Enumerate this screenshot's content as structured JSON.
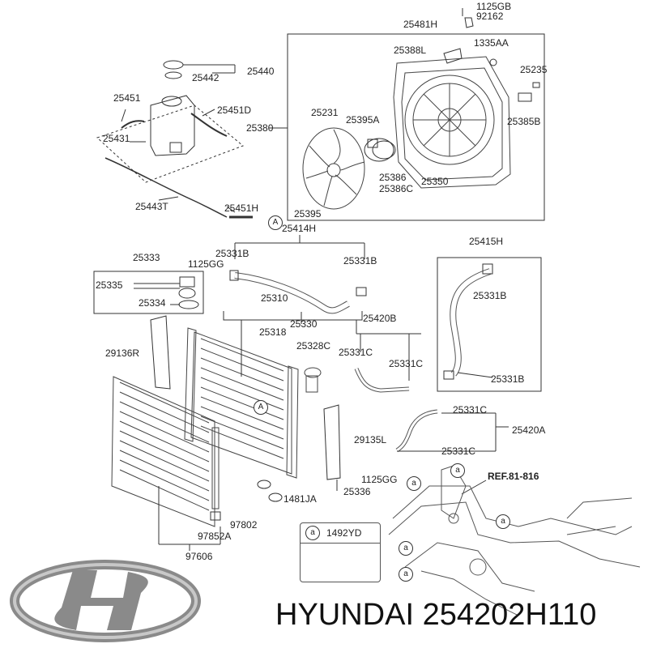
{
  "labels": {
    "p1125GB": "1125GB",
    "p92162": "92162",
    "p25481H": "25481H",
    "p25388L": "25388L",
    "p1335AA": "1335AA",
    "p25235": "25235",
    "p25440": "25440",
    "p25442": "25442",
    "p25451": "25451",
    "p25451D": "25451D",
    "p25431": "25431",
    "p25380": "25380",
    "p25231": "25231",
    "p25395A": "25395A",
    "p25385B": "25385B",
    "p25386": "25386",
    "p25386C": "25386C",
    "p25350": "25350",
    "p25443T": "25443T",
    "p25451H": "25451H",
    "p25395": "25395",
    "p25414H": "25414H",
    "p25333": "25333",
    "p25331B_a": "25331B",
    "p25331B_b": "25331B",
    "p25415H": "25415H",
    "p1125GG_a": "1125GG",
    "p25331B_c": "25331B",
    "p25335": "25335",
    "p25334": "25334",
    "p25310": "25310",
    "p25420B": "25420B",
    "p25318": "25318",
    "p25330": "25330",
    "p25328C": "25328C",
    "p25331C_a": "25331C",
    "p25331C_b": "25331C",
    "p29136R": "29136R",
    "p25331B_d": "25331B",
    "p25331C_c": "25331C",
    "p25420A": "25420A",
    "p29135L": "29135L",
    "p25331C_d": "25331C",
    "p1125GG_b": "1125GG",
    "pREF": "REF.81-816",
    "p25336": "25336",
    "p1481JA": "1481JA",
    "p97802": "97802",
    "p97852A": "97852A",
    "p97606": "97606"
  },
  "callout_letter": "A",
  "detail_letter": "a",
  "legend": {
    "code": "1492YD",
    "letter": "a"
  },
  "brand": {
    "text": "HYUNDAI 254202H110"
  },
  "colors": {
    "line": "#333333",
    "logo": "#8a8a8a"
  }
}
